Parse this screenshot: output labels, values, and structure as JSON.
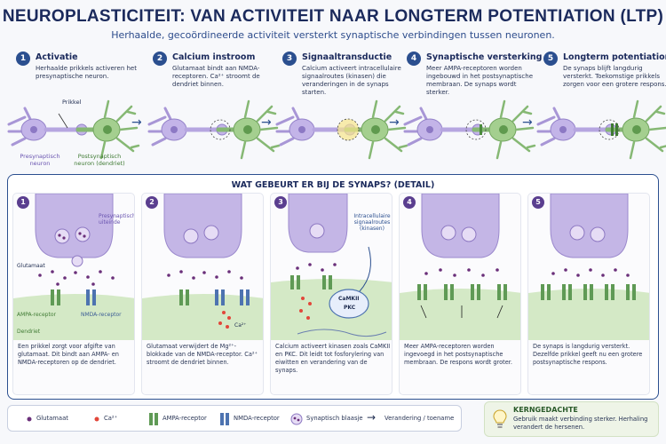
{
  "header": {
    "title": "NEUROPLASTICITEIT: VAN ACTIVITEIT NAAR LONGTERM POTENTIATION (LTP)",
    "subtitle": "Herhaalde, gecoördineerde activiteit versterkt synaptische verbindingen tussen neuronen."
  },
  "steps": [
    {
      "num": "1",
      "title": "Activatie",
      "desc": "Herhaalde prikkels activeren het presynaptische neuron."
    },
    {
      "num": "2",
      "title": "Calcium instroom",
      "desc": "Glutamaat bindt aan NMDA-receptoren. Ca²⁺ stroomt de dendriet binnen."
    },
    {
      "num": "3",
      "title": "Signaaltransductie",
      "desc": "Calcium activeert intracellulaire signaalroutes (kinasen) die veranderingen in de synaps starten."
    },
    {
      "num": "4",
      "title": "Synaptische versterking",
      "desc": "Meer AMPA-receptoren worden ingebouwd in het postsynaptische membraan. De synaps wordt sterker."
    },
    {
      "num": "5",
      "title": "Longterm potentiation",
      "desc": "De synaps blijft langdurig versterkt. Toekomstige prikkels zorgen voor een grotere respons."
    }
  ],
  "neuron_labels": {
    "prikkel": "Prikkel",
    "pre": "Presynaptisch neuron",
    "post": "Postsynaptisch neuron (dendriet)"
  },
  "detail": {
    "title": "WAT GEBEURT ER BIJ DE SYNAPS? (DETAIL)",
    "labels": {
      "pre_terminal": "Presynaptisch uiteinde",
      "glutamate": "Glutamaat",
      "ampa": "AMPA-receptor",
      "nmda": "NMDA-receptor",
      "dendrite": "Dendriet",
      "ca": "Ca²⁺",
      "routes": "Intracellulaire signaalroutes (kinasen)",
      "camkii": "CaMKII",
      "pkc": "PKC"
    },
    "panels": [
      {
        "num": "1",
        "desc": "Een prikkel zorgt voor afgifte van glutamaat. Dit bindt aan AMPA- en NMDA-receptoren op de dendriet."
      },
      {
        "num": "2",
        "desc": "Glutamaat verwijdert de Mg²⁺-blokkade van de NMDA-receptor. Ca²⁺ stroomt de dendriet binnen."
      },
      {
        "num": "3",
        "desc": "Calcium activeert kinasen zoals CaMKII en PKC. Dit leidt tot fosforylering van eiwitten en verandering van de synaps."
      },
      {
        "num": "4",
        "desc": "Meer AMPA-receptoren worden ingevoegd in het postsynaptische membraan. De respons wordt groter."
      },
      {
        "num": "5",
        "desc": "De synaps is langdurig versterkt. Dezelfde prikkel geeft nu een grotere postsynaptische respons."
      }
    ]
  },
  "legend": {
    "glutamate": "Glutamaat",
    "ca": "Ca²⁺",
    "ampa": "AMPA-receptor",
    "nmda": "NMDA-receptor",
    "vesicle": "Synaptisch blaasje",
    "arrow": "Verandering / toename"
  },
  "key": {
    "title": "KERNGEDACHTE",
    "desc": "Gebruik maakt verbinding sterker. Herhaling verandert de hersenen."
  },
  "colors": {
    "pre": "#b9a9e0",
    "post": "#8fbf7c",
    "ampa": "#5f9a55",
    "nmda": "#4d73b0",
    "glutamate": "#6a2f7a",
    "ca": "#e2473a",
    "accent": "#2b4f8f"
  }
}
